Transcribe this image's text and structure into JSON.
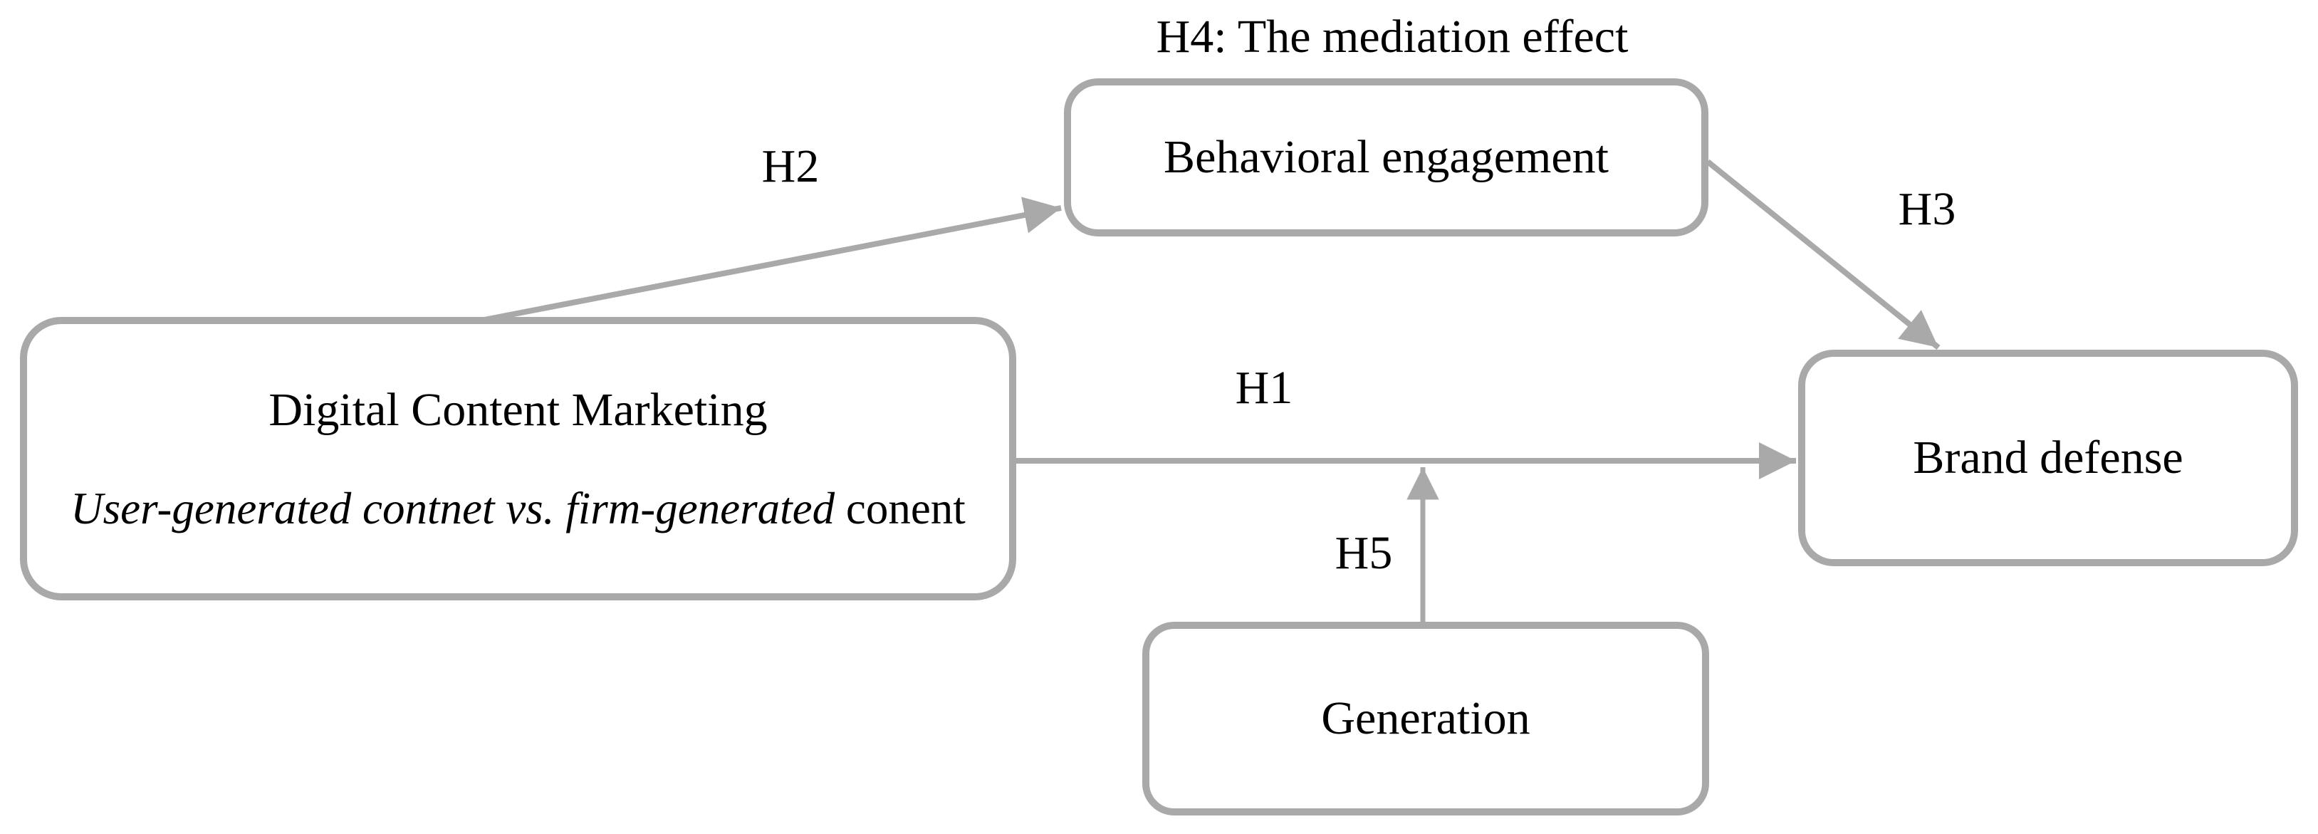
{
  "diagram": {
    "title_annotation": "H4: The mediation effect",
    "colors": {
      "background": "#ffffff",
      "box_border": "#a9a9a9",
      "arrow": "#a9a9a9",
      "text": "#000000"
    },
    "nodes": {
      "behavioral": {
        "label": "Behavioral engagement"
      },
      "dcm": {
        "title": "Digital Content Marketing",
        "subtitle_italic": "User-generated contnet vs. firm-generated",
        "subtitle_tail": " conent"
      },
      "brand": {
        "label": "Brand defense"
      },
      "generation": {
        "label": "Generation"
      }
    },
    "edges": {
      "h1": {
        "label": "H1",
        "from": "Digital Content Marketing",
        "to": "Brand defense"
      },
      "h2": {
        "label": "H2",
        "from": "Digital Content Marketing",
        "to": "Behavioral engagement"
      },
      "h3": {
        "label": "H3",
        "from": "Behavioral engagement",
        "to": "Brand defense"
      },
      "h4": {
        "label": "H4: The mediation effect",
        "role": "mediation annotation above Behavioral engagement"
      },
      "h5": {
        "label": "H5",
        "from": "Generation",
        "to": "H1 path (moderation)"
      }
    }
  }
}
